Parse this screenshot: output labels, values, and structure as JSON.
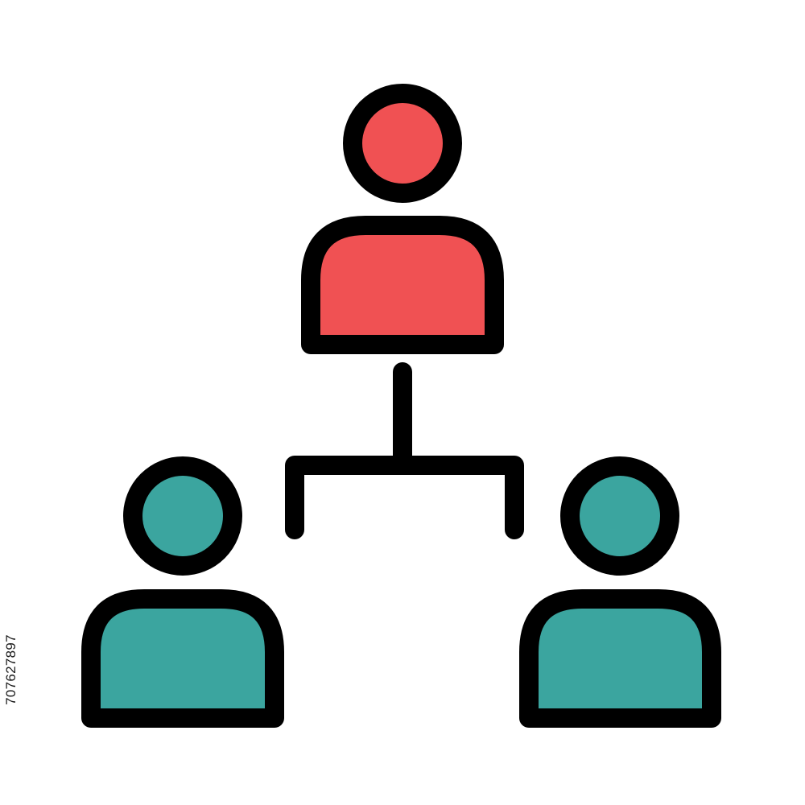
{
  "colors": {
    "stroke": "#000000",
    "top_person_fill": "#F05153",
    "bottom_person_fill": "#3BA59F",
    "background": "#FFFFFF"
  },
  "icon": {
    "name": "hierarchy-icon",
    "top_person": {
      "fill_color": "top_person_fill"
    },
    "bottom_left_person": {
      "fill_color": "bottom_person_fill"
    },
    "bottom_right_person": {
      "fill_color": "bottom_person_fill"
    }
  },
  "watermark": {
    "stock_id": "707627897"
  }
}
